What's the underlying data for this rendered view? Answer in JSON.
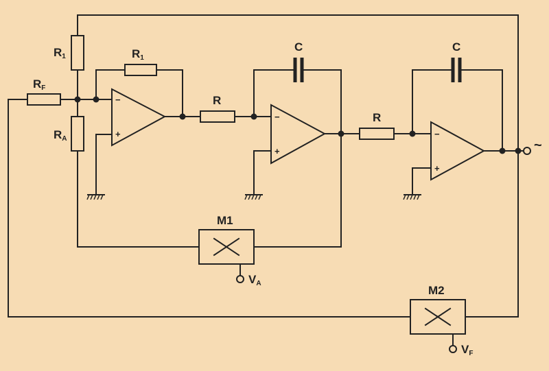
{
  "components": {
    "rf": "R",
    "rf_sub": "F",
    "r1_top": "R",
    "r1_top_sub": "1",
    "r1_fb": "R",
    "r1_fb_sub": "1",
    "ra": "R",
    "ra_sub": "A",
    "r_mid": "R",
    "r_right": "R",
    "c_mid": "C",
    "c_right": "C",
    "m1": "M1",
    "m2": "M2",
    "va": "V",
    "va_sub": "A",
    "vf": "V",
    "vf_sub": "F",
    "output_symbol": "~",
    "minus": "−",
    "plus": "+"
  },
  "colors": {
    "background": "#f7dcb4",
    "ink": "#222222"
  }
}
